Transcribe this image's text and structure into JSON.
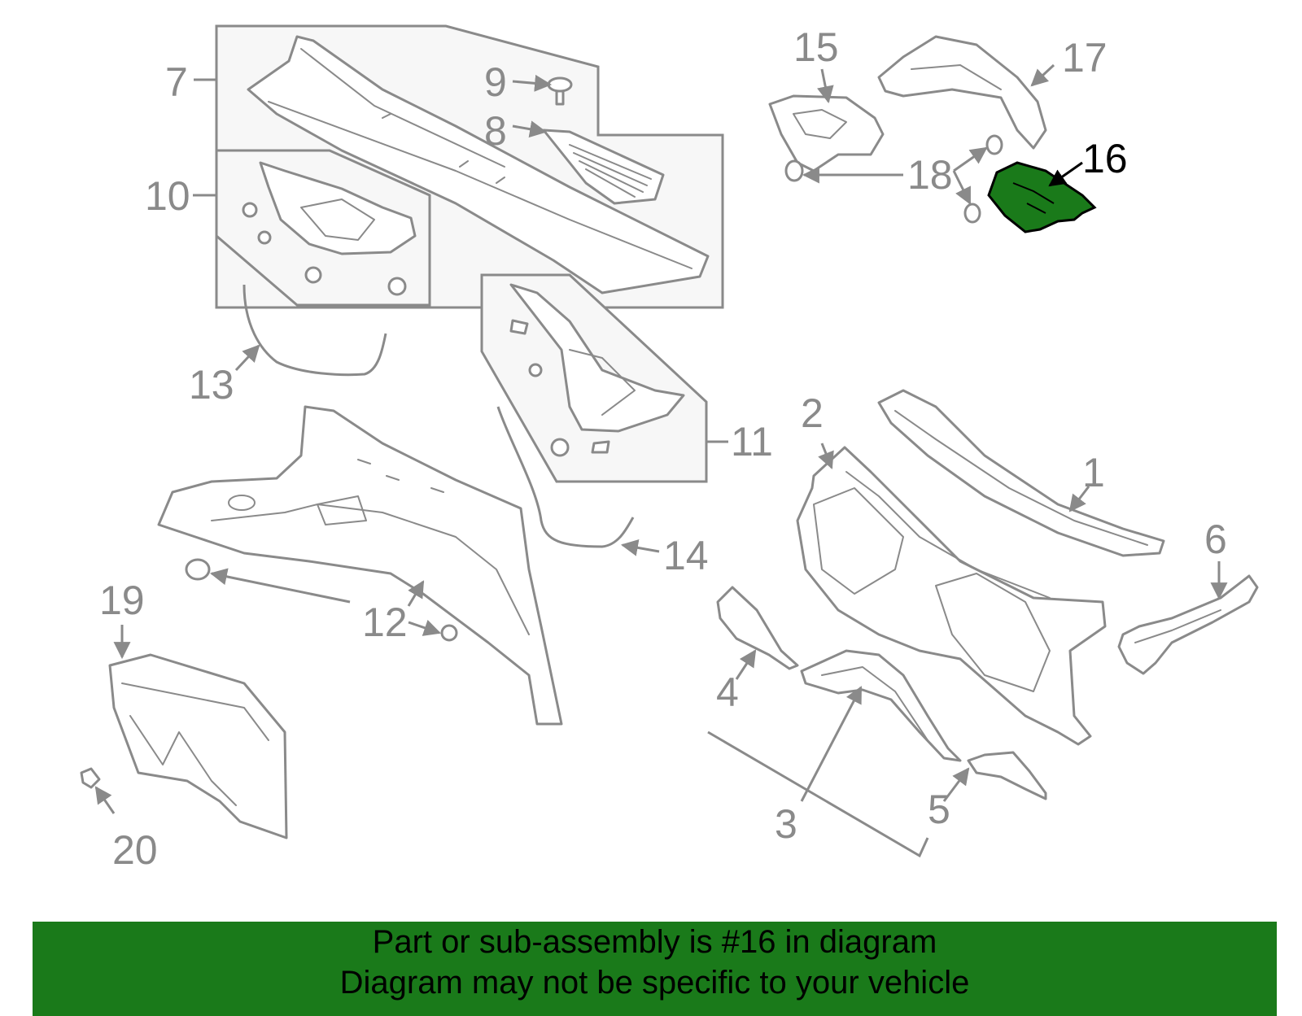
{
  "colors": {
    "line_gray": "#8a8a8a",
    "highlight_green": "#1a7a1a",
    "banner_green": "#1a7a1a",
    "background": "#ffffff"
  },
  "highlighted_part": "16",
  "callouts": {
    "c1": "1",
    "c2": "2",
    "c3": "3",
    "c4": "4",
    "c5": "5",
    "c6": "6",
    "c7": "7",
    "c8": "8",
    "c9": "9",
    "c10": "10",
    "c11": "11",
    "c12": "12",
    "c13": "13",
    "c14": "14",
    "c15": "15",
    "c16": "16",
    "c17": "17",
    "c18": "18",
    "c19": "19",
    "c20": "20"
  },
  "banner": {
    "line1": "Part or sub-assembly is #16 in diagram",
    "line2": "Diagram may not be specific to your vehicle"
  }
}
